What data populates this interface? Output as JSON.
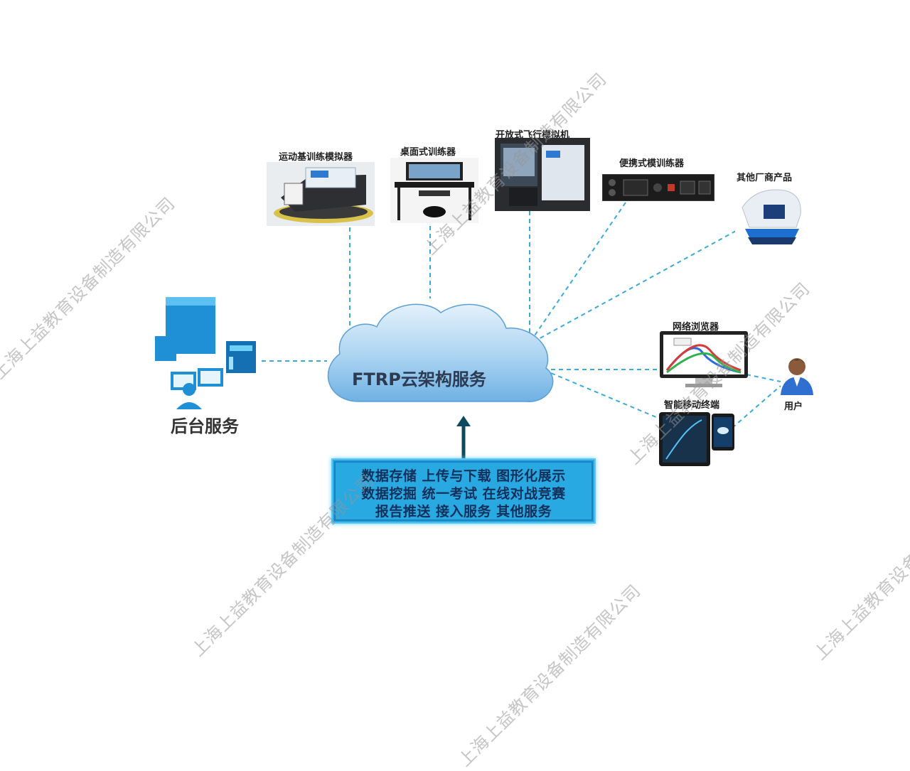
{
  "cloud": {
    "label": "FTRP云架构服务"
  },
  "backend": {
    "label": "后台服务"
  },
  "devices": [
    {
      "id": "motion",
      "label": "运动基训练模拟器"
    },
    {
      "id": "desktop",
      "label": "桌面式训练器"
    },
    {
      "id": "open",
      "label": "开放式飞行模拟机"
    },
    {
      "id": "portable",
      "label": "便携式模训练器"
    },
    {
      "id": "other",
      "label": "其他厂商产品"
    }
  ],
  "clients": {
    "browser": "网络浏览器",
    "mobile": "智能移动终端",
    "user": "用户"
  },
  "services": {
    "line1": "数据存储 上传与下载 图形化展示",
    "line2": "数据挖掘 统一考试 在线对战竞赛",
    "line3": "报告推送 接入服务 其他服务"
  },
  "watermark": "上海上益教育设备制造有限公司",
  "colors": {
    "accent": "#29a9e2",
    "dash": "#3aaad8",
    "cloud": "#8ec3ec",
    "arrow": "#0e4a5e"
  }
}
